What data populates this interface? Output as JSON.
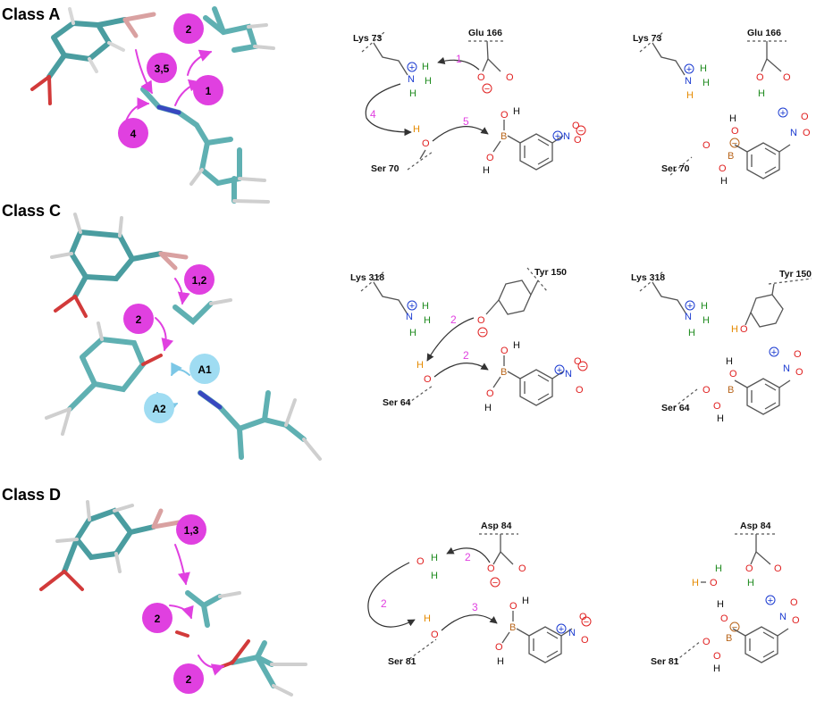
{
  "panels": [
    {
      "title": "Class A",
      "circles_magenta": [
        "2",
        "3,5",
        "1",
        "4"
      ],
      "circles_cyan": [],
      "scheme_reactant": {
        "lys": "Lys 73",
        "acid": "Glu 166",
        "ser": "Ser 70",
        "steps": [
          "1",
          "4",
          "5"
        ]
      },
      "scheme_product": {
        "lys": "Lys 73",
        "acid": "Glu 166",
        "ser": "Ser 70"
      }
    },
    {
      "title": "Class C",
      "circles_magenta": [
        "1,2",
        "2"
      ],
      "circles_cyan": [
        "A1",
        "A2"
      ],
      "scheme_reactant": {
        "lys": "Lys 318",
        "acid": "Tyr 150",
        "ser": "Ser 64",
        "steps": [
          "2",
          "2"
        ]
      },
      "scheme_product": {
        "lys": "Lys 318",
        "acid": "Tyr 150",
        "ser": "Ser 64"
      }
    },
    {
      "title": "Class D",
      "circles_magenta": [
        "1,3",
        "2",
        "2"
      ],
      "circles_cyan": [],
      "scheme_reactant": {
        "acid": "Asp 84",
        "ser": "Ser 81",
        "steps": [
          "2",
          "2",
          "3"
        ]
      },
      "scheme_product": {
        "acid": "Asp 84",
        "ser": "Ser 81"
      }
    }
  ],
  "atoms": {
    "O": "O",
    "H": "H",
    "N": "N",
    "B": "B",
    "plus": "+",
    "minus": "−"
  },
  "colors": {
    "magenta": "#e040e0",
    "cyan": "#9fdcf2",
    "teal": "#4a9da0",
    "oxygen": "#e02020",
    "nitrogen": "#1a3ad0",
    "hydrogen": "#1e8a1e",
    "boron": "#b8651b",
    "orange_h": "#e58a00"
  }
}
